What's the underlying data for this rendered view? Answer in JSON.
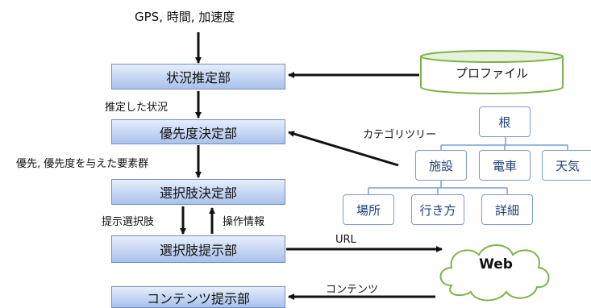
{
  "inputs_label": "GPS, 時間, 加速度",
  "modules": {
    "situation": "状況推定部",
    "priority": "優先度決定部",
    "choice_decide": "選択肢決定部",
    "choice_present": "選択肢提示部",
    "content_present": "コンテンツ提示部"
  },
  "edge_labels": {
    "estimated_situation": "推定した状況",
    "prioritized_elements": "優先, 優先度を与えた要素群",
    "presented_choices": "提示選択肢",
    "operation_info": "操作情報",
    "url": "URL",
    "contents": "コンテンツ",
    "category_tree": "カテゴリツリー"
  },
  "profile_label": "プロファイル",
  "web_label": "Web",
  "tree": {
    "root": "根",
    "level1": [
      "施設",
      "電車",
      "天気"
    ],
    "level2": [
      "場所",
      "行き方",
      "詳細"
    ]
  }
}
